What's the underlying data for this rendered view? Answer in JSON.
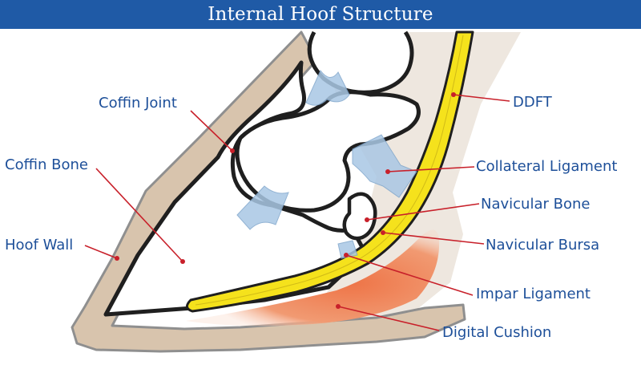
{
  "title": "Internal Hoof Structure",
  "colors": {
    "title_bar": "#1f5aa6",
    "label_text": "#1d4f99",
    "leader_line": "#c8202a",
    "hoof_wall": "#d8c4ad",
    "pastern_bg": "#eee7df",
    "outline": "#1f1f1f",
    "ddft": "#f5e21c",
    "digital_cushion": "#ee7a50",
    "ligament": "#a9c7e4"
  },
  "labels": {
    "coffin_joint": "Coffin Joint",
    "coffin_bone": "Coffin Bone",
    "hoof_wall": "Hoof Wall",
    "ddft": "DDFT",
    "collateral_ligament": "Collateral Ligament",
    "navicular_bone": "Navicular Bone",
    "navicular_bursa": "Navicular Bursa",
    "impar_ligament": "Impar Ligament",
    "digital_cushion": "Digital Cushion"
  }
}
